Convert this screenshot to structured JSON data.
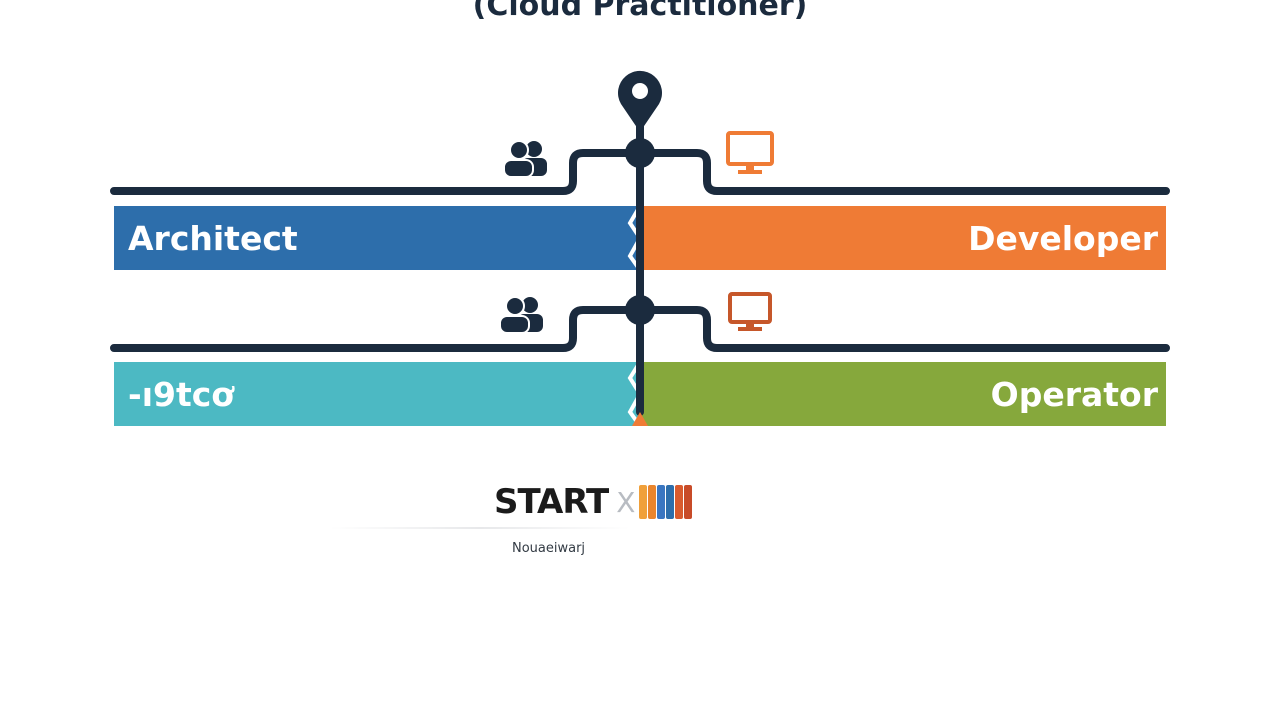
{
  "title": "(Cloud Practitioner)",
  "colors": {
    "track": "#1b2b3e",
    "architect": "#2d6eab",
    "developer": "#ef7b35",
    "practitioner": "#4cb9c3",
    "operator": "#86a83c",
    "icon_people": "#1b2b3e",
    "icon_monitor_top": "#ef7b35",
    "icon_monitor_bottom": "#c6572a"
  },
  "bands": {
    "architect": {
      "label": "Architect"
    },
    "developer": {
      "label": "Developer"
    },
    "practitioner": {
      "label": "-ı9tcơ"
    },
    "operator": {
      "label": "Operator"
    }
  },
  "icons": {
    "top_left": "people-icon",
    "top_right": "monitor-icon",
    "bottom_left": "people-icon",
    "bottom_right": "monitor-icon",
    "marker": "map-pin-icon"
  },
  "start": {
    "label": "START",
    "separator": "X",
    "caption": "Nouaeiwarj",
    "book_colors": [
      "#f0a03a",
      "#e9852d",
      "#3a76c1",
      "#2d6eab",
      "#d95b2e",
      "#c84b28"
    ]
  }
}
